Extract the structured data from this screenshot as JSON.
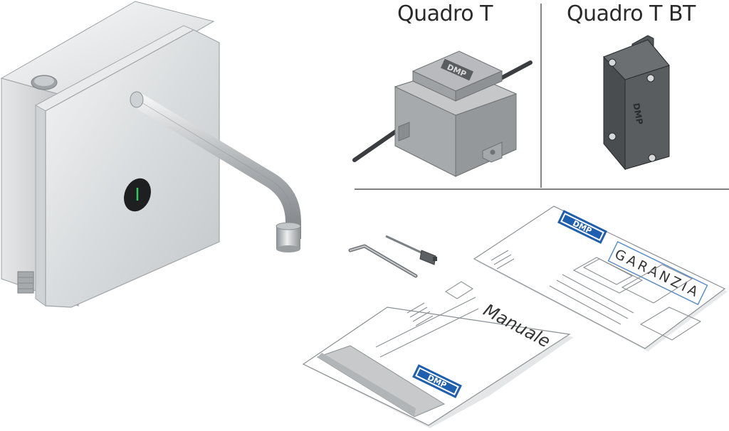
{
  "labels": {
    "product_a": "Quadro T",
    "product_b": "Quadro T BT"
  },
  "brand": {
    "logo_text": "DMP"
  },
  "documents": {
    "manual_title": "Manuale",
    "warranty_title": "GARANZIA"
  }
}
